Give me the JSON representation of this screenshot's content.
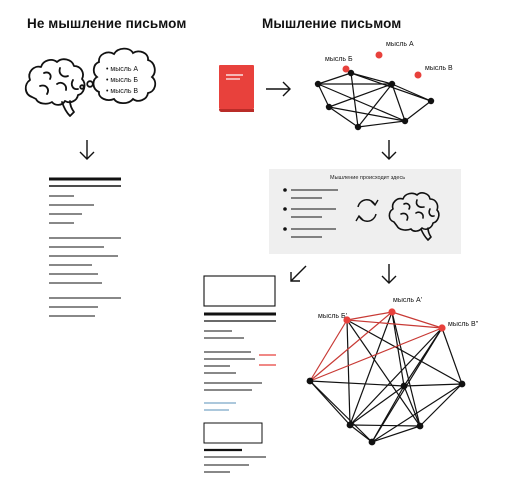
{
  "left": {
    "title": "Не мышление письмом",
    "thoughts": [
      "• мысль А",
      "• мысль Б",
      "• мысль В"
    ]
  },
  "right": {
    "title": "Мышление письмом",
    "thought_a": "мысль А",
    "thought_b": "мысль Б",
    "thought_c": "мысль В",
    "thinking_box_label": "Мышление происходит здесь",
    "thought_a2": "мысль А'",
    "thought_b2": "мысль Б'",
    "thought_c2": "мысль В''"
  },
  "colors": {
    "accent_red": "#e8413c",
    "line_black": "#111111",
    "box_grey": "#efefef",
    "link_blue": "#7aa6c8"
  },
  "icons": [
    "brain-icon",
    "thought-bubble-icon",
    "red-book-icon",
    "arrow-right-icon",
    "arrow-down-icon",
    "arrow-down-left-icon",
    "cycle-arrows-icon"
  ]
}
